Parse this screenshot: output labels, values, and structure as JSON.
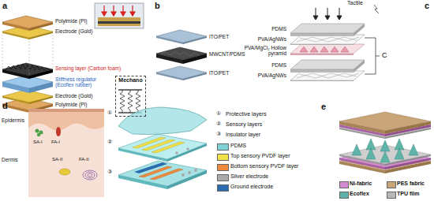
{
  "diagram": {
    "nodes": [
      {
        "text": [
          "Mechano"
        ]
      }
    ],
    "labels": [
      "a",
      "Polyimide (PI)",
      "Electrode (Gold)",
      "Sensing layer (Carbon foam)",
      "Stiffness regulator (Ecoflex rubber)",
      "Electrode (Gold)",
      "Polyimide (PI)",
      "b",
      "ITO/PET",
      "MWCNT/PDMS",
      "ITO/PET",
      "c",
      "Tactile",
      "PDMS",
      "PVA/AgNWs",
      "PVA/MgCl₂ Hollow pyramid",
      "PDMS",
      "PVA/AgNWs",
      "C",
      "d",
      "Epidermis",
      "Dermis",
      "SA-I",
      "FA-I",
      "SA-II",
      "FA-II",
      "①",
      "②",
      "③",
      "①",
      "Protective layers",
      "②",
      "Sensory layers",
      "③",
      "Insulator layer",
      "e"
    ],
    "legend": [
      {
        "text": "PDMS",
        "color": "#7fd3d6"
      },
      {
        "text": "Top sensory PVDF layer",
        "color": "#f0e04a"
      },
      {
        "text": "Bottom sensory PVDF layer",
        "color": "#f08a3c"
      },
      {
        "text": "Silver electrode",
        "color": "#a9a9a9"
      },
      {
        "text": "Ground electrode",
        "color": "#2b6cb0"
      },
      {
        "text": "Ni-fabric",
        "color": "#d28ad0"
      },
      {
        "text": "PES fabric",
        "color": "#c9a57a"
      },
      {
        "text": "Ecoflex",
        "color": "#5fb3a8"
      },
      {
        "text": "TPU film",
        "color": "#b8b8b8"
      }
    ]
  }
}
